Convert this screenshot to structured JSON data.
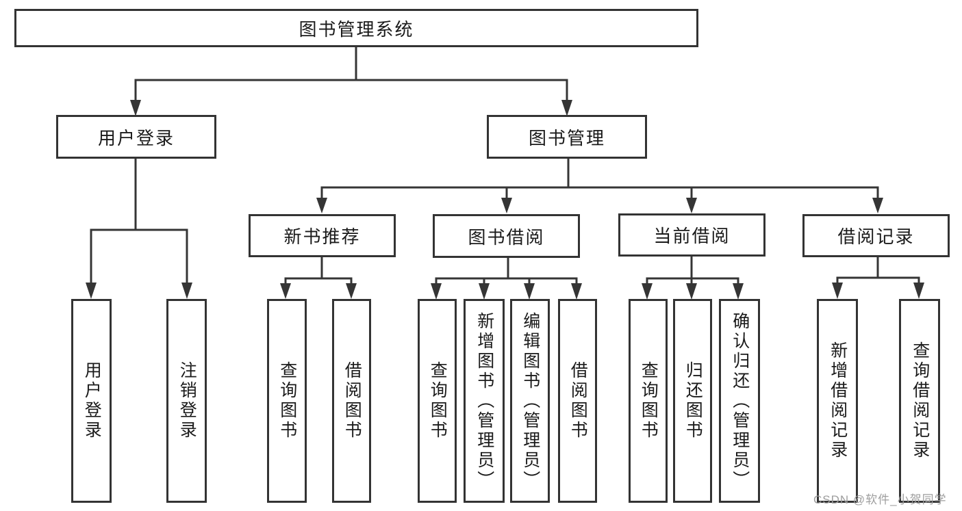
{
  "tree": {
    "root": {
      "label": "图书管理系统"
    },
    "level2": [
      {
        "label": "用户登录",
        "children": [
          {
            "label": "用户登录"
          },
          {
            "label": "注销登录"
          }
        ]
      },
      {
        "label": "图书管理"
      }
    ],
    "level3": [
      {
        "label": "新书推荐",
        "children": [
          {
            "label": "查询图书"
          },
          {
            "label": "借阅图书"
          }
        ]
      },
      {
        "label": "图书借阅",
        "children": [
          {
            "label": "查询图书"
          },
          {
            "label": "新增图书（管理员）"
          },
          {
            "label": "编辑图书（管理员）"
          },
          {
            "label": "借阅图书"
          }
        ]
      },
      {
        "label": "当前借阅",
        "children": [
          {
            "label": "查询图书"
          },
          {
            "label": "归还图书"
          },
          {
            "label": "确认归还（管理员）"
          }
        ]
      },
      {
        "label": "借阅记录",
        "children": [
          {
            "label": "新增借阅记录"
          },
          {
            "label": "查询借阅记录"
          }
        ]
      }
    ]
  },
  "watermark": "CSDN @软件_小贺同学",
  "colors": {
    "line": "#353535",
    "box_border": "#333333",
    "text": "#1a1a1a",
    "watermark": "#9e9e9e",
    "background": "#ffffff"
  }
}
